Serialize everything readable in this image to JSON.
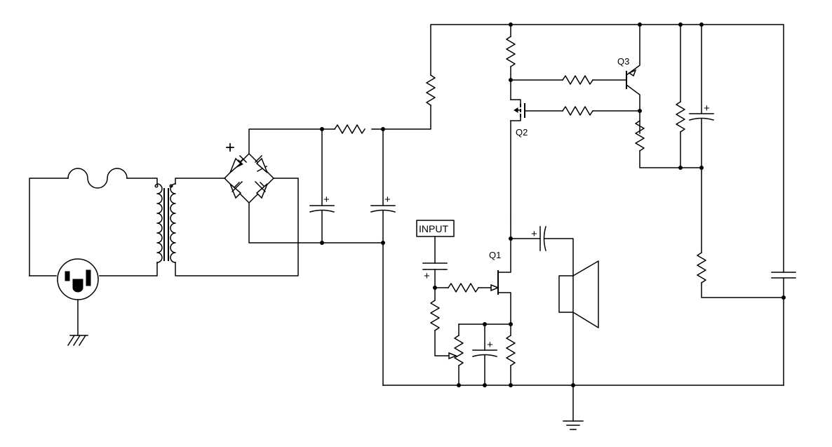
{
  "labels": {
    "q1": "Q1",
    "q2": "Q2",
    "q3": "Q3",
    "input": "INPUT",
    "bridge_plus": "+",
    "cap_plus": "+"
  }
}
